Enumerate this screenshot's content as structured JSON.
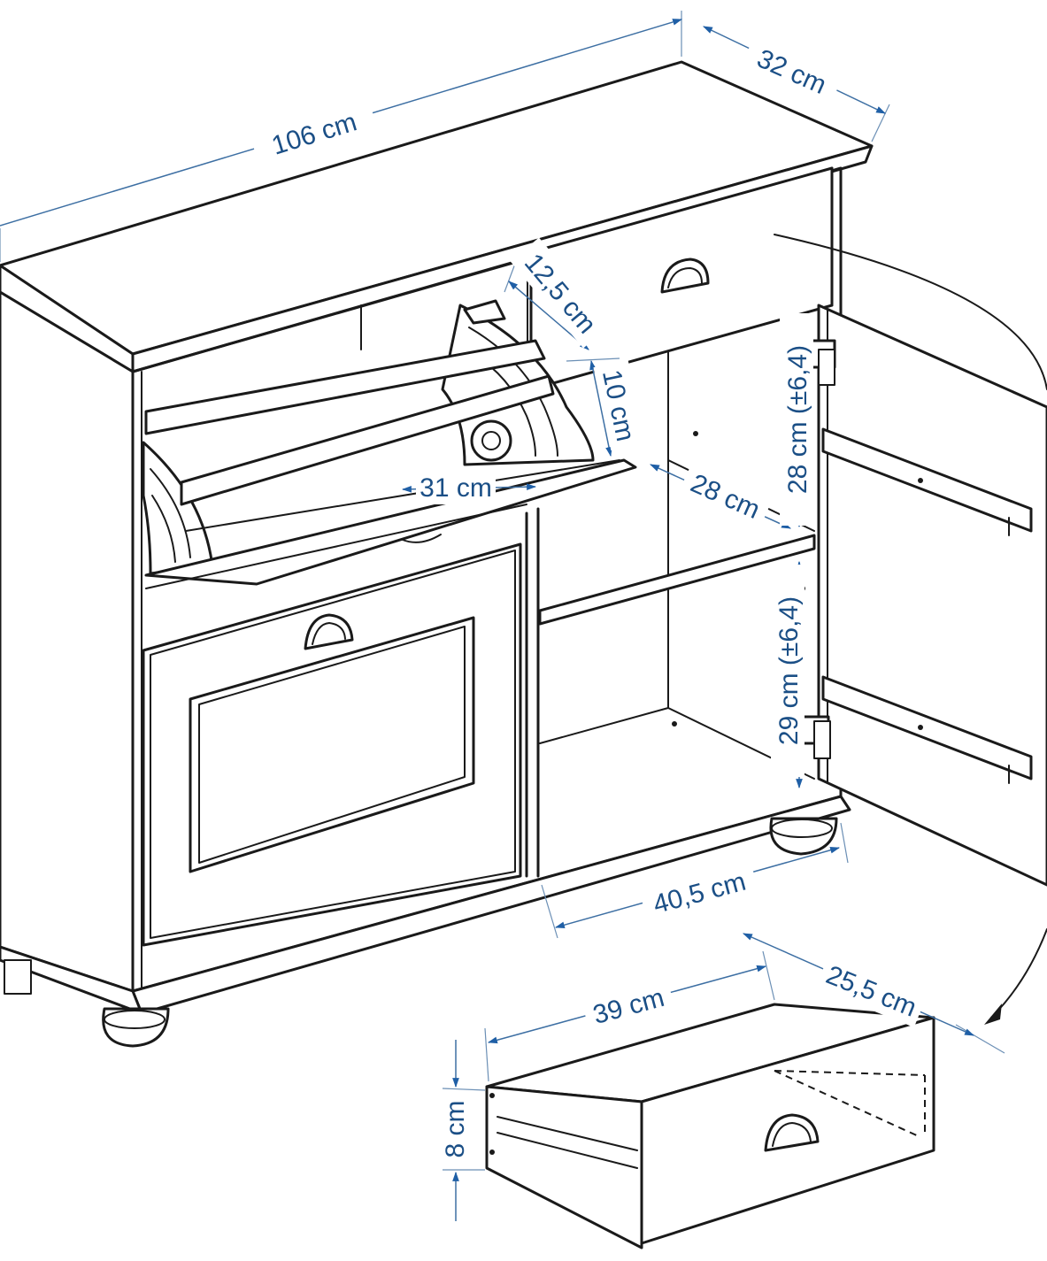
{
  "dimensions": {
    "width": "106 cm",
    "depth": "32 cm",
    "flap_height": "12,5 cm",
    "flap_depth": "10 cm",
    "flap_width": "31 cm",
    "shelf_depth": "28 cm",
    "upper_compartment_height": "28 cm (±6,4)",
    "lower_compartment_height": "29 cm (±6,4)",
    "cabinet_width": "40,5 cm",
    "drawer_width": "39 cm",
    "drawer_depth": "25,5 cm",
    "drawer_height": "8 cm"
  },
  "colors": {
    "dimension_text": "#1b4f86",
    "dimension_arrow": "#1f5fa6",
    "line_art": "#1a1a1a"
  },
  "icons": {
    "arrow": "dimension-arrow-icon",
    "handle": "cup-handle-icon",
    "hinge": "hinge-icon"
  }
}
